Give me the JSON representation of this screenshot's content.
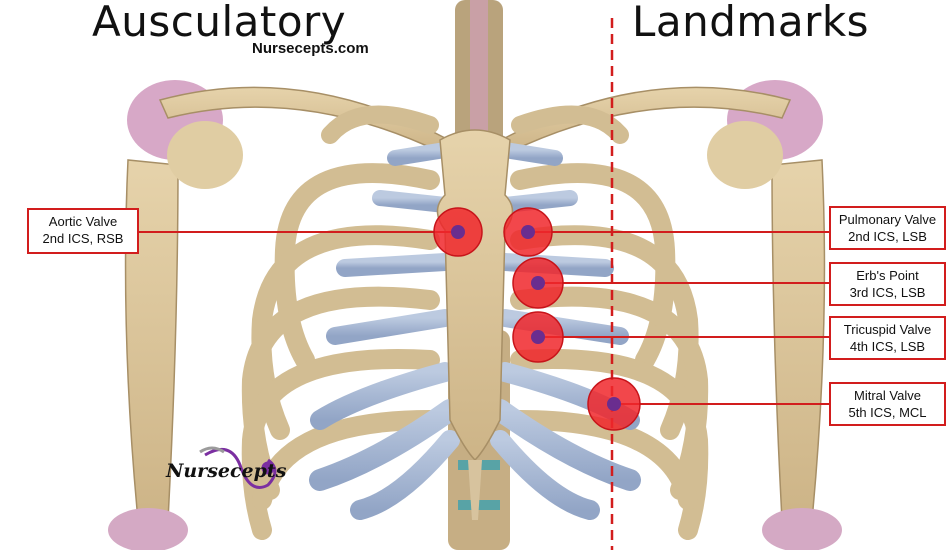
{
  "titles": {
    "left": "Ausculatory",
    "right": "Landmarks"
  },
  "watermark": "Nursecepts.com",
  "logo": {
    "text": "Nursecepts"
  },
  "colors": {
    "label_border": "#d21d1d",
    "marker_fill": "#f0272b",
    "marker_dot": "#6a2d8f",
    "bone": "#d8c39a",
    "cartilage": "#a6b7d3",
    "midline": "#d21d1d"
  },
  "landmarks": [
    {
      "id": "aortic",
      "name": "Aortic Valve",
      "location": "2nd ICS, RSB"
    },
    {
      "id": "pulmonary",
      "name": "Pulmonary Valve",
      "location": "2nd ICS, LSB"
    },
    {
      "id": "erbs",
      "name": "Erb's Point",
      "location": "3rd ICS, LSB"
    },
    {
      "id": "tricuspid",
      "name": "Tricuspid Valve",
      "location": "4th ICS, LSB"
    },
    {
      "id": "mitral",
      "name": "Mitral Valve",
      "location": "5th ICS, MCL"
    }
  ]
}
